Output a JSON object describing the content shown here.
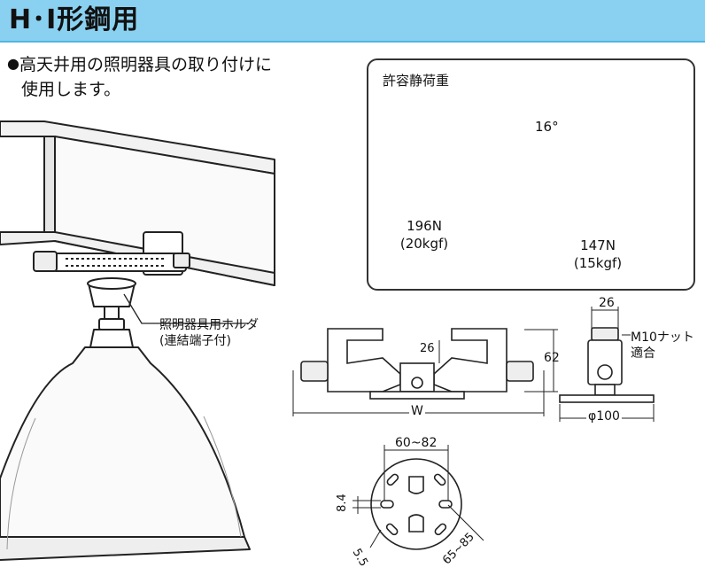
{
  "header": {
    "title": "H･I形鋼用"
  },
  "description": {
    "bullet": "●",
    "line1": "高天井用の照明器具の取り付けに",
    "line2": "使用します。"
  },
  "allowable_load": {
    "title": "許容静荷重",
    "left_newton": "196N",
    "left_kgf": "(20kgf)",
    "right_newton": "147N",
    "right_kgf": "(15kgf)",
    "angle_label": "16°"
  },
  "callout": {
    "line1": "照明器具用ホルダ",
    "line2": "(連結端子付)"
  },
  "dimensions": {
    "side_height_inner": "26",
    "side_height": "62",
    "width": "W",
    "end_width": "26",
    "nut_line1": "M10ナット",
    "nut_line2": "適合",
    "diameter": "φ100",
    "slot_span": "60~82",
    "slot_width": "8.4",
    "small_slot": "5.5",
    "diag_span": "65~85"
  },
  "colors": {
    "header_bg": "#8ad1f1",
    "line": "#222222",
    "fill_light": "#f4f4f4"
  }
}
